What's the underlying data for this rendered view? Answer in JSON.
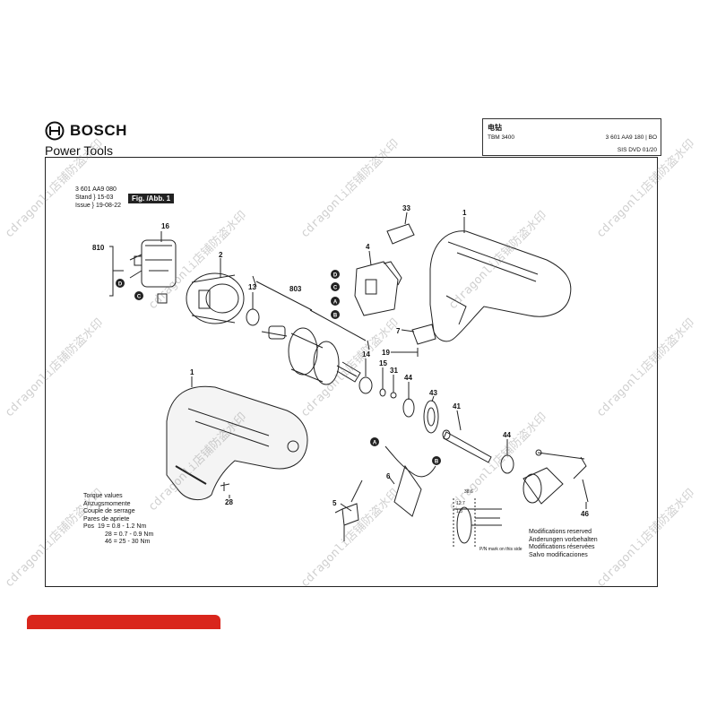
{
  "brand": {
    "name": "BOSCH",
    "subtitle": "Power Tools"
  },
  "titlebox": {
    "title": "电钻",
    "model": "TBM 3400",
    "part_no": "3 601 AA9 180 | BO",
    "sis": "SIS DVD 01/20"
  },
  "meta": {
    "doc_no": "3 601 AA9 080",
    "stand_label": "Stand",
    "stand_date": "15-03",
    "issue_label": "Issue",
    "issue_date": "19-08-22",
    "fig_label": "Fig. /Abb. 1"
  },
  "torque": {
    "lines": [
      "Torque values",
      "Anzugsmomente",
      "Couple de serrage",
      "Pares de apriete"
    ],
    "pos_label": "Pos",
    "entries": [
      "19 = 0.8 - 1.2 Nm",
      "28 = 0.7 - 0.9 Nm",
      "46 = 25 - 30 Nm"
    ]
  },
  "modifications": [
    "Modifications reserved",
    "Änderungen vorbehalten",
    "Modifications réservées",
    "Salvo modificaciones"
  ],
  "pn_note": "P/N mark on this side",
  "dims": [
    "38.6",
    "12.7",
    "1.3"
  ],
  "part_labels": [
    "810",
    "16",
    "2",
    "13",
    "803",
    "33",
    "4",
    "1",
    "7",
    "19",
    "14",
    "15",
    "31",
    "44",
    "43",
    "41",
    "1",
    "28",
    "5",
    "6",
    "44",
    "46"
  ],
  "connector_letters": [
    "D",
    "C",
    "D",
    "C",
    "A",
    "B",
    "A",
    "B"
  ],
  "watermark": "cdragonli店铺防盗水印",
  "colors": {
    "accent": "#d9261c",
    "ink": "#111111"
  }
}
